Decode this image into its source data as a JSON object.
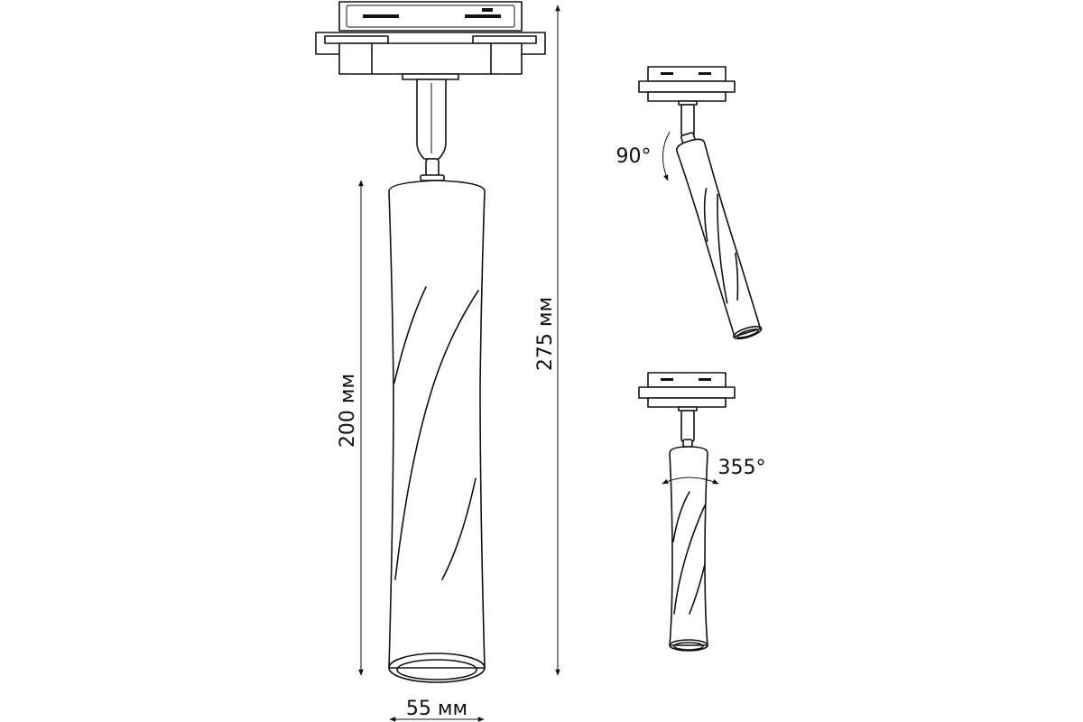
{
  "dimensions": {
    "height_fixture": "275 мм",
    "height_body": "200 мм",
    "diameter": "55 мм"
  },
  "angles": {
    "tilt": "90°",
    "rotate": "355°"
  }
}
